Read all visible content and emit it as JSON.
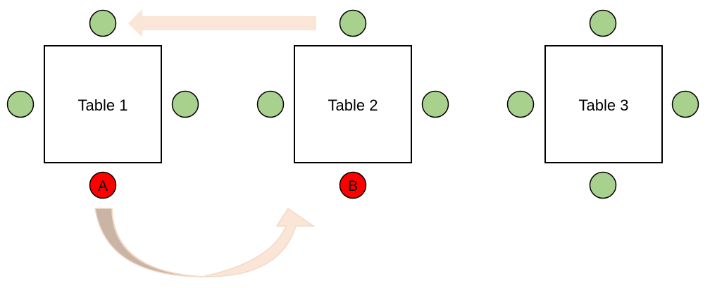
{
  "colors": {
    "seat_fill": "#a9d18e",
    "seat_stroke": "#000000",
    "highlight_seat_fill": "#ff0000",
    "table_fill": "#ffffff",
    "table_stroke": "#000000",
    "arrow_light": "#fbe5d6",
    "arrow_dark": "#c9b4a5",
    "arrow_outline": "#f6d3bd"
  },
  "tables": [
    {
      "label": "Table 1"
    },
    {
      "label": "Table 2"
    },
    {
      "label": "Table 3"
    }
  ],
  "seat_labels": {
    "table1_bottom": "A",
    "table2_bottom": "B"
  }
}
